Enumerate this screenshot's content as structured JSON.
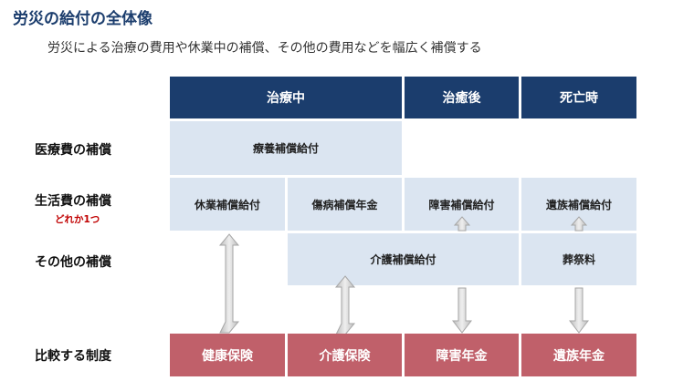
{
  "title": "労災の給付の全体像",
  "subtitle": "労災による治療の費用や休業中の補償、その他の費用などを幅広く補償する",
  "headers": {
    "during": "治療中",
    "after": "治癒後",
    "death": "死亡時"
  },
  "rows": {
    "medical": "医療費の補償",
    "living": "生活費の補償",
    "living_note": "どれか1つ",
    "other": "その他の補償",
    "compare": "比較する制度"
  },
  "benefits": {
    "medical_care": "療養補償給付",
    "leave": "休業補償給付",
    "injury_pension": "傷病補償年金",
    "disability": "障害補償給付",
    "survivor": "遺族補償給付",
    "nursing": "介護補償給付",
    "funeral": "葬祭料"
  },
  "systems": {
    "health": "健康保険",
    "care": "介護保険",
    "disability_pension": "障害年金",
    "survivor_pension": "遺族年金"
  },
  "colors": {
    "header": "#1b3d6d",
    "cell": "#dbe5f1",
    "system": "#c0606a",
    "note": "#c00000",
    "arrow": "#cfcfcf"
  }
}
